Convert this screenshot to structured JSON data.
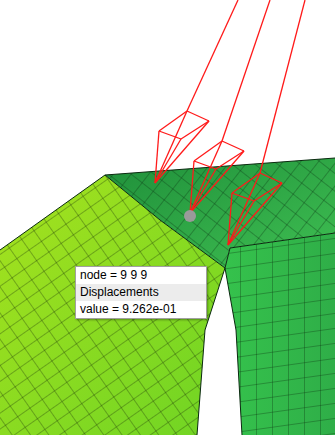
{
  "diagram": {
    "nodes": [
      {
        "text": [
          "node = 9 9 9",
          "Displacements",
          "value = 9.262e-01"
        ]
      }
    ]
  }
}
